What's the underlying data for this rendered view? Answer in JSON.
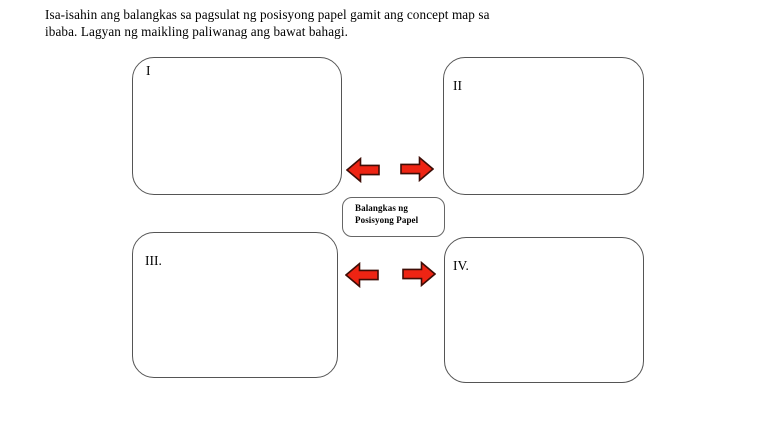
{
  "header": {
    "line1": "Isa-isahin ang balangkas sa pagsulat ng posisyong papel gamit ang concept map sa",
    "line2": "ibaba. Lagyan ng maikling paliwanag ang bawat bahagi."
  },
  "concept_map": {
    "center_box": {
      "line1": "Balangkas ng",
      "line2": "Posisyong Papel"
    },
    "boxes": [
      {
        "label": "I"
      },
      {
        "label": "II"
      },
      {
        "label": "III."
      },
      {
        "label": "IV."
      }
    ],
    "arrow_icons": [
      {
        "name": "left-block-arrow-icon",
        "direction": "left"
      },
      {
        "name": "right-block-arrow-icon",
        "direction": "right"
      },
      {
        "name": "left-block-arrow-icon",
        "direction": "left"
      },
      {
        "name": "right-block-arrow-icon",
        "direction": "right"
      }
    ]
  },
  "colors": {
    "background": "#ffffff",
    "text": "#000000",
    "box_border": "#555555",
    "center_box_border": "#666666",
    "arrow_fill": "#ee2413",
    "arrow_stroke": "#3f0d06"
  }
}
